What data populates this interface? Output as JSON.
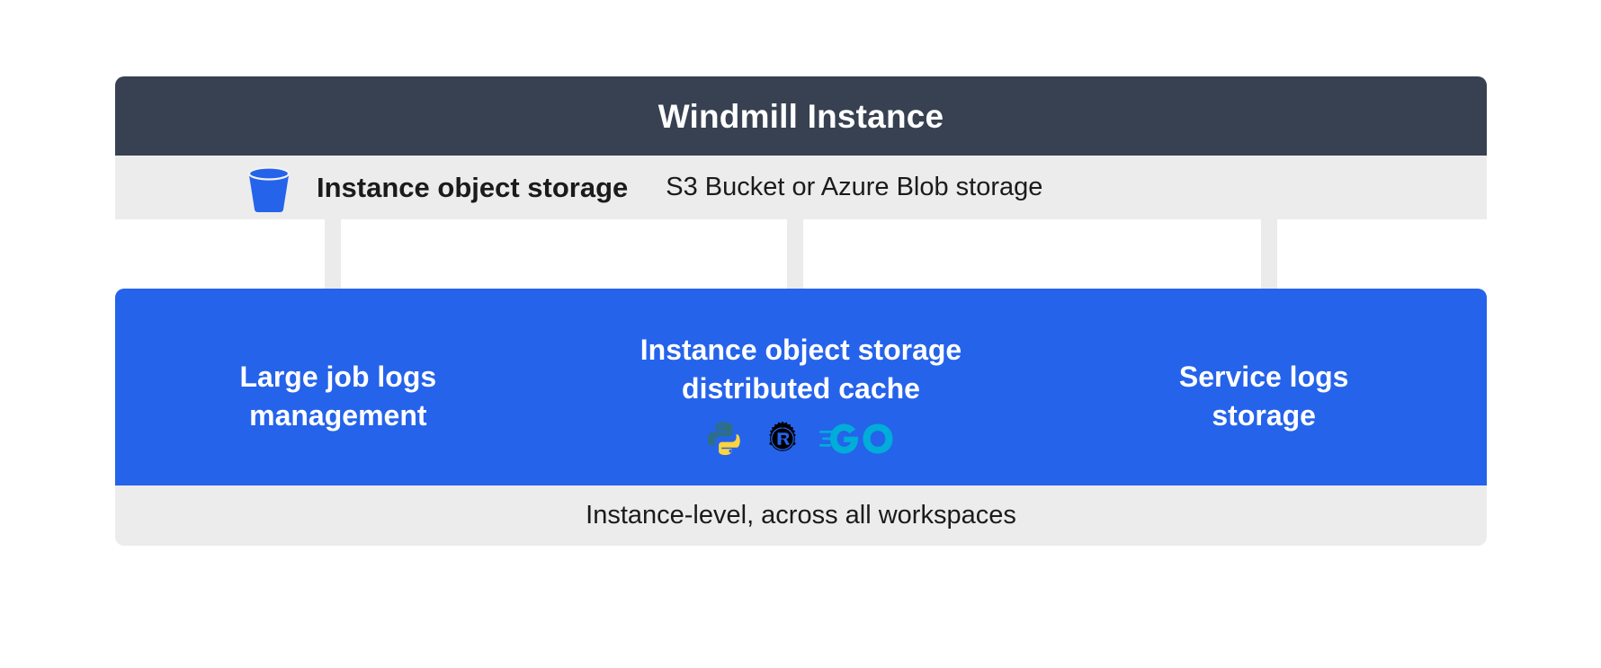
{
  "header": {
    "title": "Windmill Instance",
    "background_color": "#374151",
    "text_color": "#ffffff"
  },
  "storage_row": {
    "icon": "bucket-icon",
    "icon_color": "#2563EB",
    "label": "Instance object storage",
    "description": "S3 Bucket or Azure Blob storage",
    "background_color": "#ececec"
  },
  "connectors": {
    "count": 3,
    "color": "#ebebeb",
    "direction": "down"
  },
  "feature_panel": {
    "background_color": "#2563EB",
    "text_color": "#ffffff",
    "columns": [
      {
        "id": "large-job-logs-management",
        "title": "Large job logs\nmanagement",
        "logos": []
      },
      {
        "id": "instance-object-storage-distributed-cache",
        "title": "Instance object storage\ndistributed cache",
        "logos": [
          "python-logo",
          "rust-logo",
          "go-logo"
        ]
      },
      {
        "id": "service-logs-storage",
        "title": "Service logs\nstorage",
        "logos": []
      }
    ]
  },
  "logos": {
    "python": {
      "name": "python-logo",
      "color_top": "#2D6F86",
      "color_bottom": "#FFD43B"
    },
    "rust": {
      "name": "rust-logo",
      "color": "#000000",
      "letter": "R"
    },
    "go": {
      "name": "go-logo",
      "color": "#00ADD8",
      "text": "GO"
    }
  },
  "footer": {
    "text": "Instance-level, across all workspaces",
    "background_color": "#ececec"
  }
}
